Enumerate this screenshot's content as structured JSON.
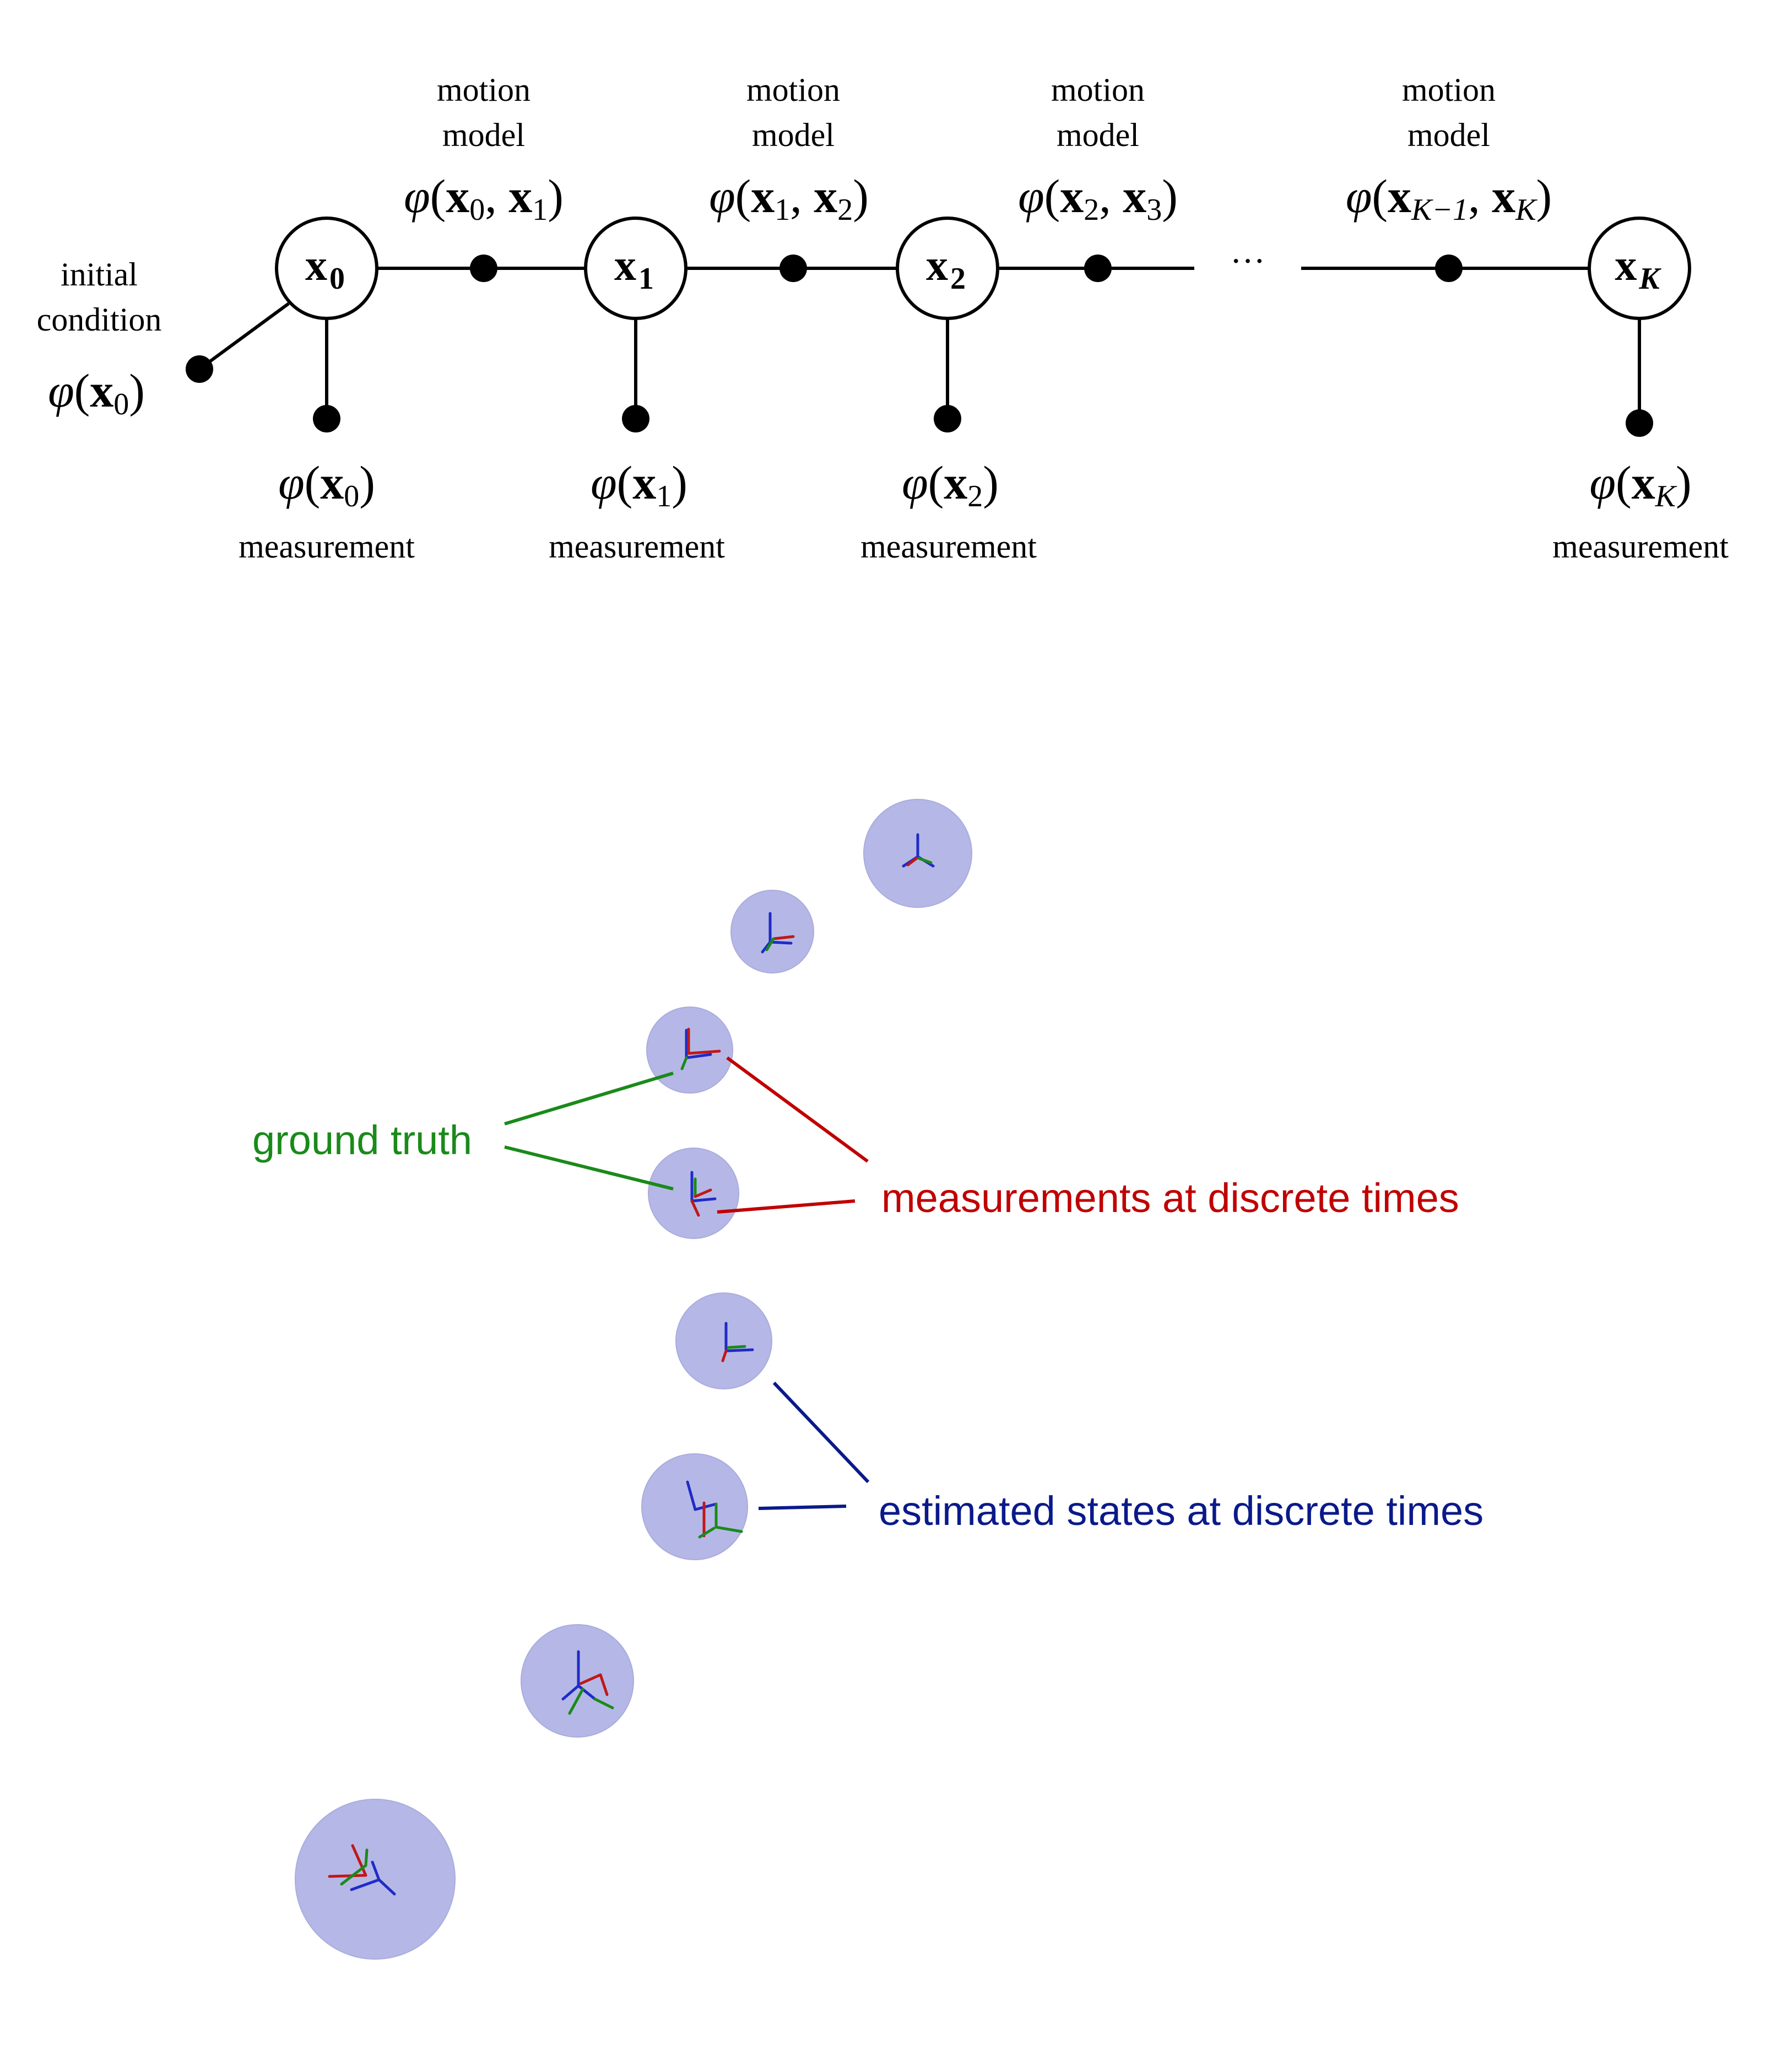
{
  "factor_graph": {
    "initial": {
      "line1": "initial",
      "line2": "condition",
      "phi": "φ",
      "arg": "x",
      "sub": "0"
    },
    "dots": "···",
    "nodes": [
      {
        "var": "x",
        "sub": "0"
      },
      {
        "var": "x",
        "sub": "1"
      },
      {
        "var": "x",
        "sub": "2"
      },
      {
        "var": "x",
        "sub": "K"
      }
    ],
    "motion": [
      {
        "line1": "motion",
        "line2": "model",
        "phi": "φ",
        "a": "x",
        "a_sub": "0",
        "b": "x",
        "b_sub": "1"
      },
      {
        "line1": "motion",
        "line2": "model",
        "phi": "φ",
        "a": "x",
        "a_sub": "1",
        "b": "x",
        "b_sub": "2"
      },
      {
        "line1": "motion",
        "line2": "model",
        "phi": "φ",
        "a": "x",
        "a_sub": "2",
        "b": "x",
        "b_sub": "3"
      },
      {
        "line1": "motion",
        "line2": "model",
        "phi": "φ",
        "a": "x",
        "a_sub": "K−1",
        "b": "x",
        "b_sub": "K"
      }
    ],
    "measurement": [
      {
        "phi": "φ",
        "arg": "x",
        "sub": "0",
        "label": "measurement"
      },
      {
        "phi": "φ",
        "arg": "x",
        "sub": "1",
        "label": "measurement"
      },
      {
        "phi": "φ",
        "arg": "x",
        "sub": "2",
        "label": "measurement"
      },
      {
        "phi": "φ",
        "arg": "x",
        "sub": "K",
        "label": "measurement"
      }
    ]
  },
  "trajectory": {
    "labels": {
      "ground_truth": "ground truth",
      "measurements": "measurements at discrete times",
      "estimated": "estimated states at discrete times"
    },
    "colors": {
      "ground_truth": "#1a8a1a",
      "measurements": "#c00000",
      "estimated": "#0a1a8a",
      "ellipse": "#b5b8e6"
    }
  }
}
